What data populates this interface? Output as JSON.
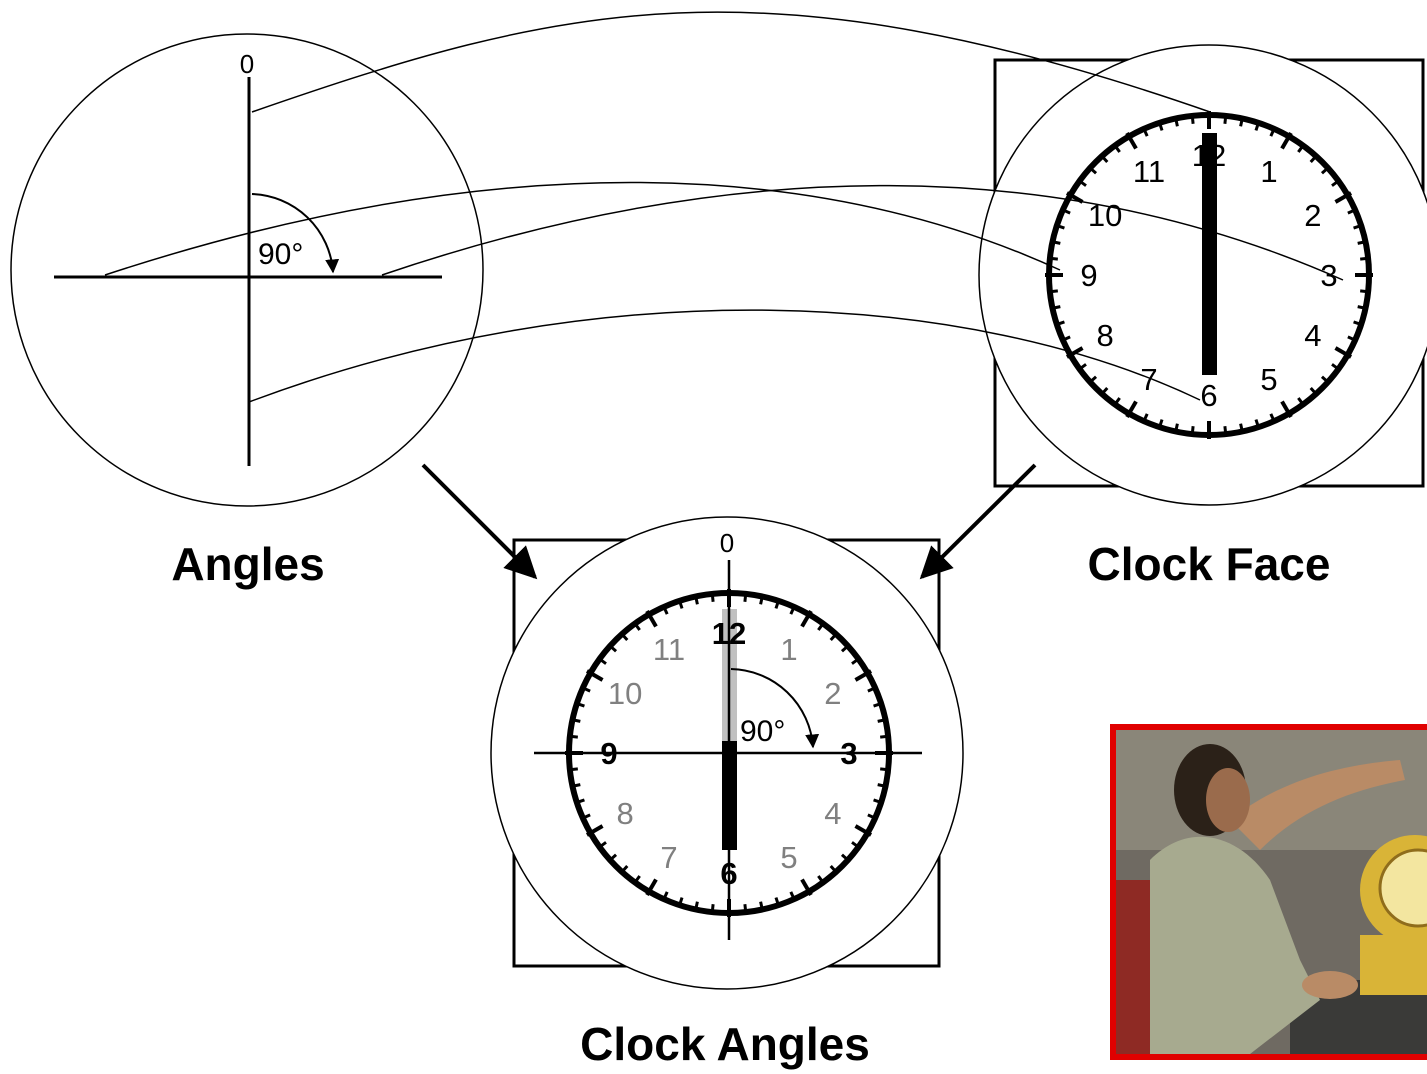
{
  "labels": {
    "angles": "Angles",
    "clock_face": "Clock Face",
    "clock_angles": "Clock Angles"
  },
  "angles_panel": {
    "zero": "0",
    "angle": "90°"
  },
  "clock_face_panel": {
    "numerals": [
      "12",
      "1",
      "2",
      "3",
      "4",
      "5",
      "6",
      "7",
      "8",
      "9",
      "10",
      "11"
    ]
  },
  "clock_angles_panel": {
    "zero": "0",
    "angle": "90°",
    "numerals": [
      "12",
      "1",
      "2",
      "3",
      "4",
      "5",
      "6",
      "7",
      "8",
      "9",
      "10",
      "11"
    ],
    "emphasized_numerals": [
      "12",
      "3",
      "6",
      "9"
    ]
  },
  "colors": {
    "photo_border": "#e00000",
    "dim_numeral": "#808080",
    "dim_hand": "#c0c0c0"
  },
  "photo": {
    "subject": "man-turning-clock-hands-photo"
  }
}
